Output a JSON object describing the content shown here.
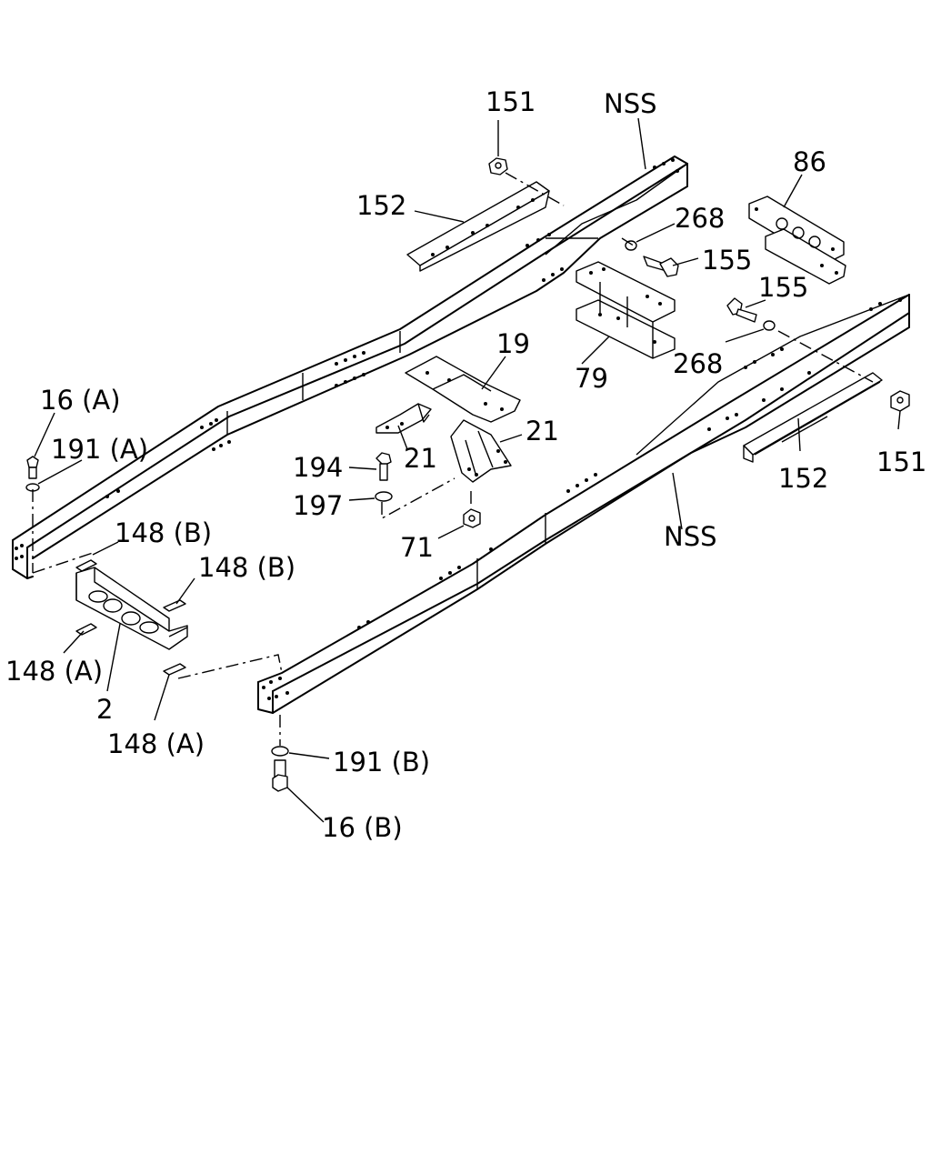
{
  "labels": {
    "l151_top": "151",
    "nss_top": "NSS",
    "l86": "86",
    "l152_top": "152",
    "l268_top": "268",
    "l155_top": "155",
    "l155_mid": "155",
    "l19": "19",
    "l268_mid": "268",
    "l79": "79",
    "l16a": "16 (A)",
    "l191a": "191 (A)",
    "l21_left": "21",
    "l21_right": "21",
    "l194": "194",
    "l197": "197",
    "l151_right": "151",
    "l152_right": "152",
    "l148b_left": "148 (B)",
    "l148b_right": "148 (B)",
    "l71": "71",
    "nss_mid": "NSS",
    "l148a_left": "148 (A)",
    "l2": "2",
    "l148a_bottom": "148 (A)",
    "l191b": "191 (B)",
    "l16b": "16 (B)"
  }
}
